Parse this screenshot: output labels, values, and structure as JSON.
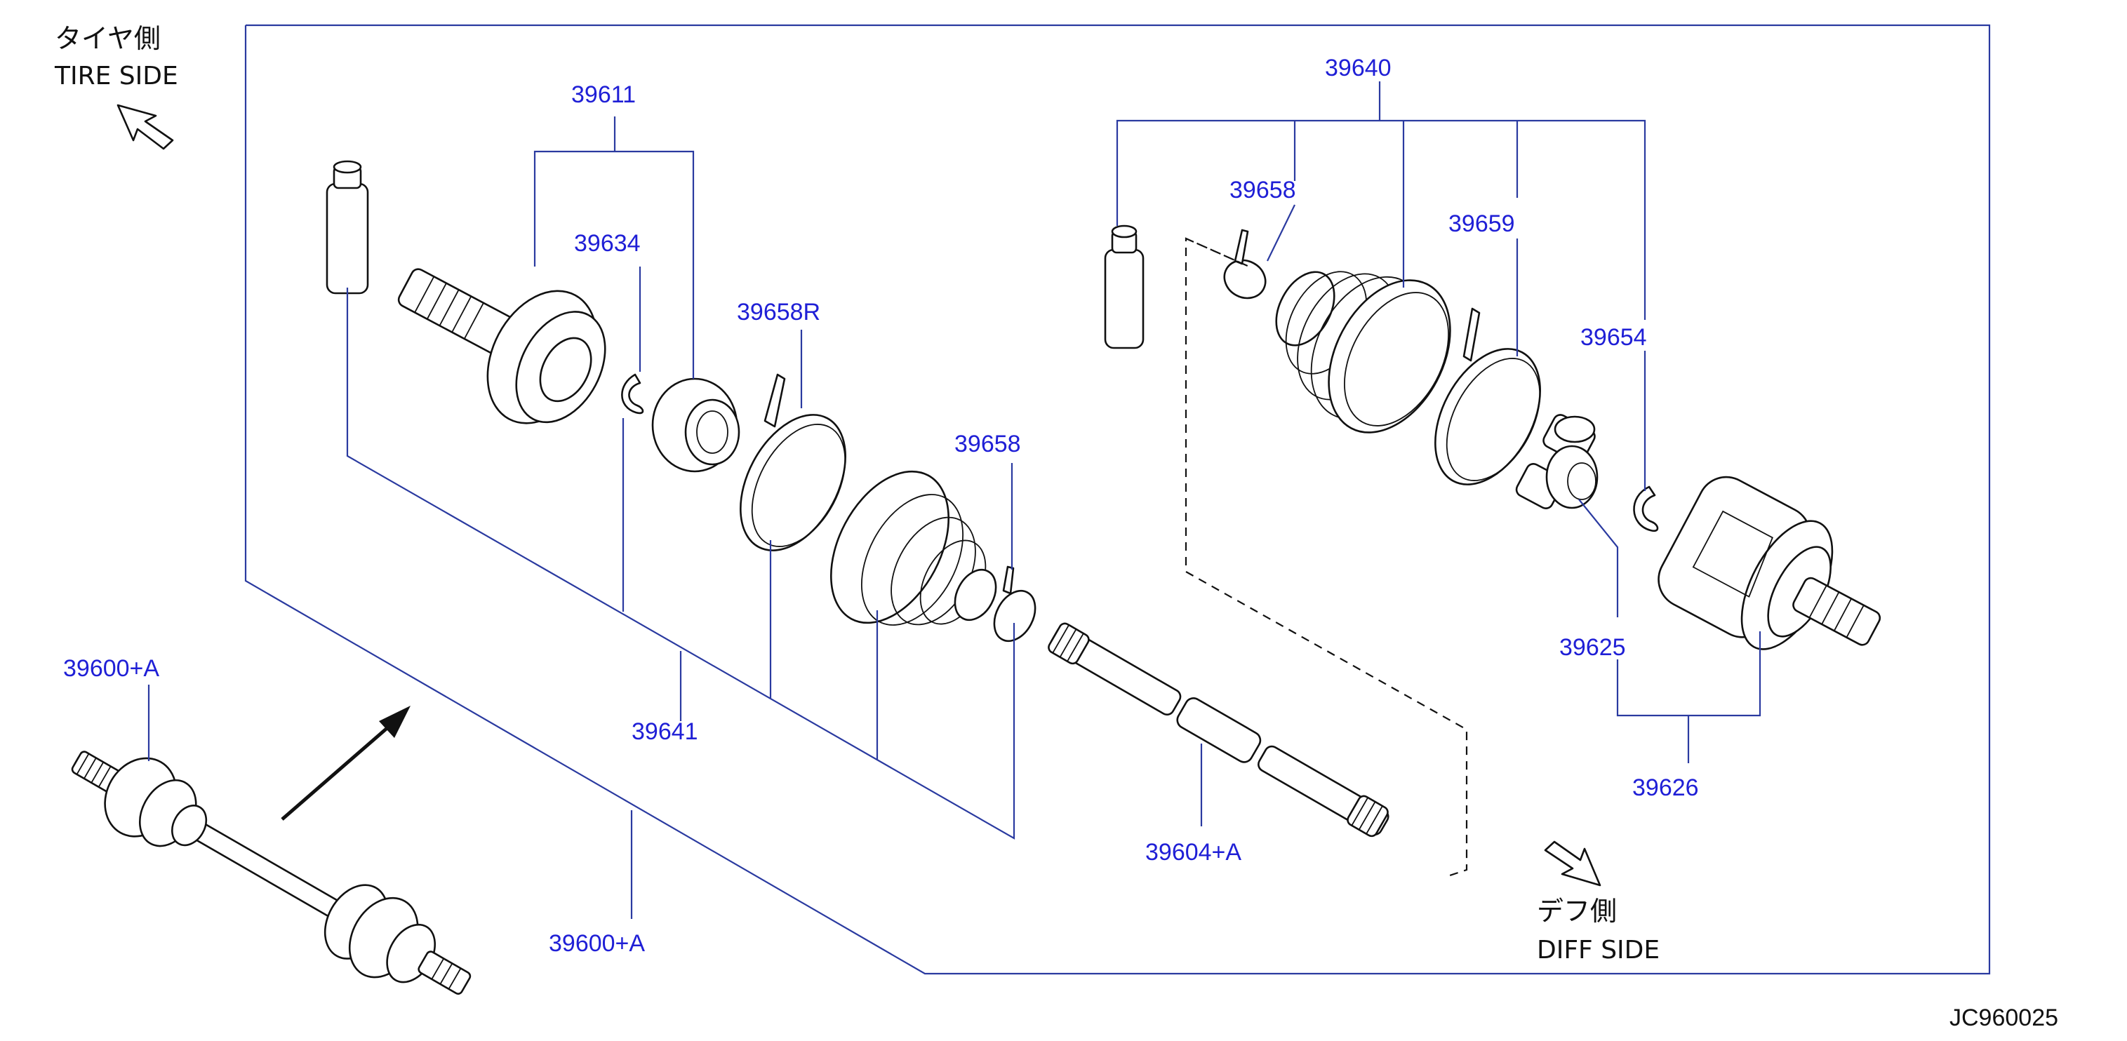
{
  "diagram_code": "JC960025",
  "tire_side": {
    "jp": "タイヤ側",
    "en": "TIRE  SIDE"
  },
  "diff_side": {
    "jp": "デフ側",
    "en": "DIFF  SIDE"
  },
  "parts": {
    "p39611": "39611",
    "p39634": "39634",
    "p39658R": "39658R",
    "p39658_left": "39658",
    "p39641": "39641",
    "p39600A_left": "39600+A",
    "p39600A_bottom": "39600+A",
    "p39604A": "39604+A",
    "p39640": "39640",
    "p39658_right": "39658",
    "p39659": "39659",
    "p39654": "39654",
    "p39625": "39625",
    "p39626": "39626"
  },
  "colors": {
    "label": "#1f1fd6",
    "leader": "#2a3aa0",
    "ink": "#111111"
  }
}
